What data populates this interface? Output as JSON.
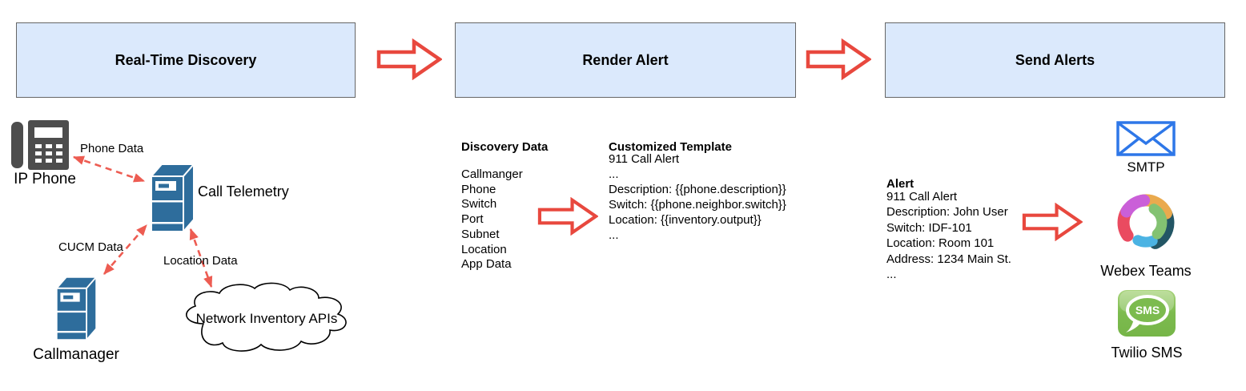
{
  "stages": [
    {
      "label": "Real-Time Discovery"
    },
    {
      "label": "Render Alert"
    },
    {
      "label": "Send Alerts"
    }
  ],
  "discovery": {
    "ip_phone_label": "IP Phone",
    "call_telemetry_label": "Call Telemetry",
    "callmanager_label": "Callmanager",
    "cloud_label": "Network Inventory APIs",
    "edge_labels": {
      "phone": "Phone Data",
      "cucm": "CUCM Data",
      "location": "Location Data"
    }
  },
  "render": {
    "discovery_data": {
      "heading": "Discovery Data",
      "items": [
        "Callmanger",
        "Phone",
        "Switch",
        "Port",
        "Subnet",
        "Location",
        "App Data"
      ]
    },
    "template": {
      "heading": "Customized Template",
      "lines": [
        "911 Call Alert",
        "...",
        "Description: {{phone.description}}",
        "Switch: {{phone.neighbor.switch}}",
        "Location: {{inventory.output}}",
        "..."
      ]
    }
  },
  "send": {
    "alert": {
      "heading": "Alert",
      "lines": [
        "911 Call Alert",
        "Description: John User",
        "Switch: IDF-101",
        "Location: Room 101",
        "Address: 1234 Main St.",
        "..."
      ]
    },
    "channels": [
      {
        "name": "SMTP",
        "icon": "envelope-icon"
      },
      {
        "name": "Webex Teams",
        "icon": "webex-teams-icon"
      },
      {
        "name": "Twilio SMS",
        "icon": "sms-icon",
        "icon_text": "SMS"
      }
    ]
  },
  "colors": {
    "stage_fill": "#dbe9fc",
    "stage_border": "#666666",
    "flow_arrow_red": "#e8483e",
    "dashed_arrow_red": "#ed5c52",
    "server_blue": "#2e6d9c",
    "phone_gray": "#4d4d4d",
    "smtp_blue": "#2e77e8",
    "twilio_green": "#76b548",
    "webex_red": "#ea4b60",
    "webex_magenta": "#ca5fd8",
    "webex_orange": "#eaaa4e",
    "webex_teal": "#235665",
    "webex_lightblue": "#4bb3e3",
    "webex_green": "#83c272"
  }
}
